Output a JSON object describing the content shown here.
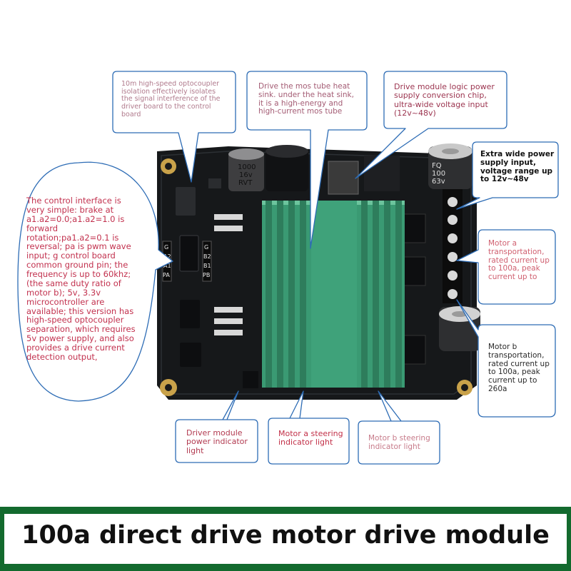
{
  "callouts": {
    "opto": "10m high-speed optocoupler isolation effectively isolates the signal interference of the driver board to the control board",
    "mos": "Drive the mos tube heat sink. under the heat sink, it is a high-energy and high-current mos tube",
    "logic": "Drive module logic power supply conversion chip, ultra-wide voltage input (12v~48v)",
    "power": "Extra wide power supply input, voltage range up to 12v~48v",
    "control": "The control interface is very simple: brake at a1.a2=0.0;a1.a2=1.0 is forward rotation;pa1.a2=0.1 is reversal; pa is pwm wave input; g control board common ground pin; the frequency is up to 60khz; (the same duty ratio of motor b); 5v, 3.3v microcontroller are available; this version has high-speed optocoupler separation, which requires 5v power supply, and also provides a drive current detection output,",
    "motor_a": "Motor a transportation, rated current up to 100a, peak current up to",
    "motor_b": "Motor b transportation, rated current up to 100a, peak current up to 260a",
    "driver_light": "Driver module power indicator light",
    "motor_a_light": "Motor a steering indicator light",
    "motor_b_light": "Motor b steering indicator light"
  },
  "board_labels": {
    "cap_left": [
      "1000",
      "16v",
      "RVT"
    ],
    "cap_right": [
      "FQ",
      "100",
      "63v"
    ],
    "pins_left": [
      "G",
      "A2",
      "A1",
      "PA"
    ],
    "pins_right": [
      "G",
      "B2",
      "B1",
      "PB"
    ]
  },
  "banner": {
    "title": "100a direct drive motor drive module"
  },
  "colors": {
    "board": "#16181a",
    "heatsink": "#3a9a73",
    "banner_border": "#136a2e"
  }
}
